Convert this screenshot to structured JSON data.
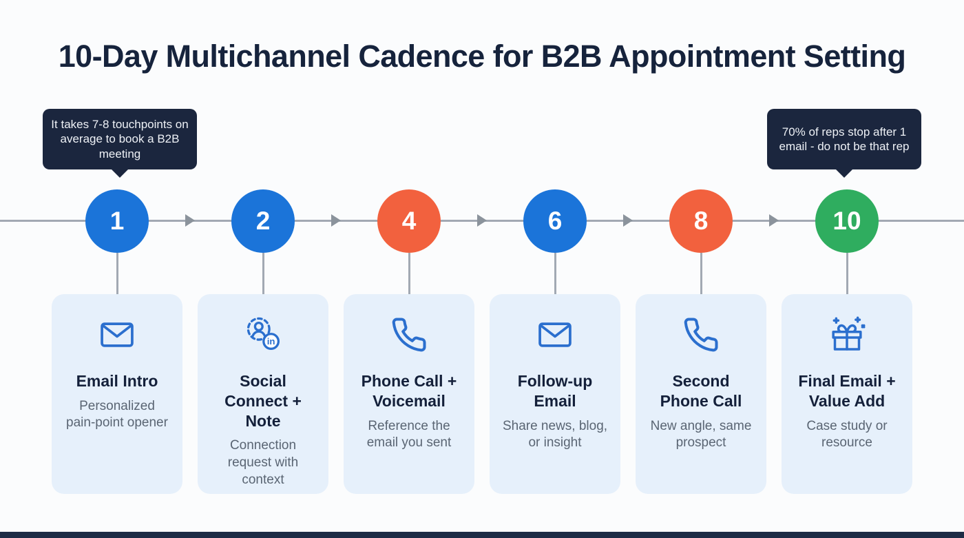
{
  "title": "10-Day Multichannel Cadence for B2B Appointment Setting",
  "callouts": [
    {
      "text": "It takes 7-8 touchpoints on average to book a B2B meeting",
      "attached_to": "step-1"
    },
    {
      "text": "70% of reps stop after 1 email - do not be that rep",
      "attached_to": "step-10"
    }
  ],
  "steps": [
    {
      "day": "1",
      "color": "#1b74d9",
      "icon": "envelope-icon",
      "title": "Email Intro",
      "description": "Personalized pain-point opener"
    },
    {
      "day": "2",
      "color": "#1b74d9",
      "icon": "social-linkedin-icon",
      "title": "Social Connect + Note",
      "description": "Connection request with context"
    },
    {
      "day": "4",
      "color": "#f2613e",
      "icon": "phone-icon",
      "title": "Phone Call + Voicemail",
      "description": "Reference the email you sent"
    },
    {
      "day": "6",
      "color": "#1b74d9",
      "icon": "envelope-icon",
      "title": "Follow-up Email",
      "description": "Share news, blog, or insight"
    },
    {
      "day": "8",
      "color": "#f2613e",
      "icon": "phone-icon",
      "title": "Second Phone Call",
      "description": "New angle, same prospect"
    },
    {
      "day": "10",
      "color": "#2fad5f",
      "icon": "gift-icon",
      "title": "Final Email + Value Add",
      "description": "Case study or resource"
    }
  ],
  "colors": {
    "title_navy": "#16233c",
    "tooltip_bg": "#1b263e",
    "timeline_gray": "#a2a9b3",
    "card_bg": "#e6f0fb",
    "icon_blue": "#2b6fce",
    "blue": "#1b74d9",
    "orange": "#f2613e",
    "green": "#2fad5f"
  }
}
